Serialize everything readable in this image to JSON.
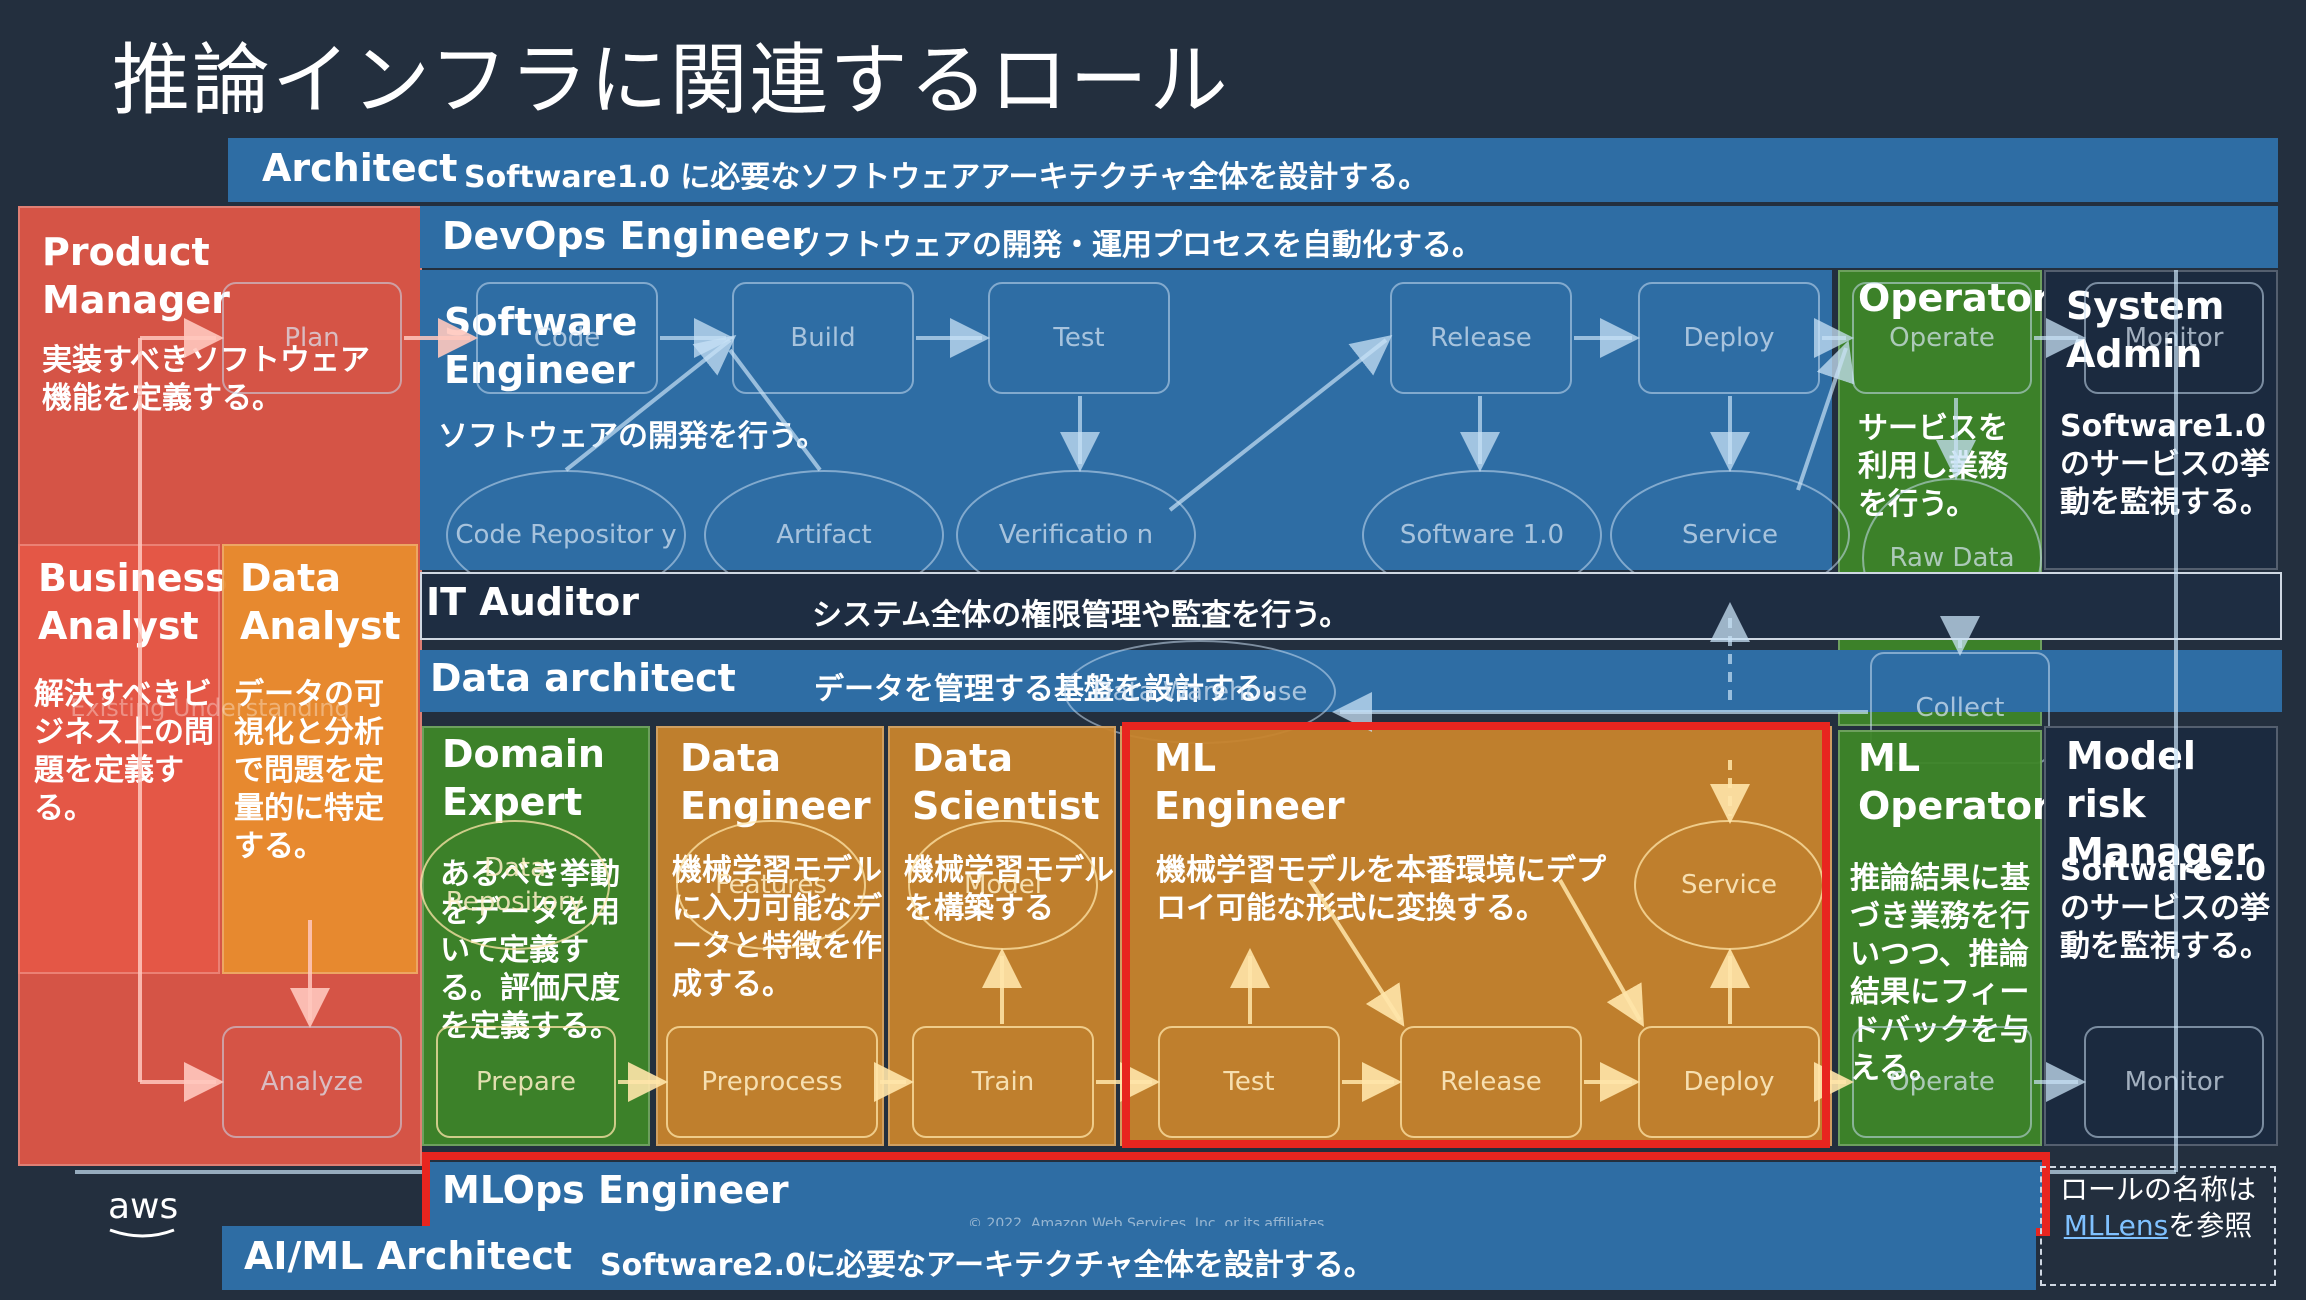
{
  "title": "推論インフラに関連するロール",
  "architect": {
    "role": "Architect",
    "desc": "Software1.0 に必要なソフトウェアアーキテクチャ全体を設計する。"
  },
  "devops": {
    "role": "DevOps Engineer",
    "desc": "ソフトウェアの開発・運用プロセスを自動化する。"
  },
  "product_manager": {
    "role": "Product Manager",
    "desc": "実装すべきソフトウェア機能を定義する。"
  },
  "software_engineer": {
    "role": "Software Engineer",
    "desc": "ソフトウェアの開発を行う。"
  },
  "operator": {
    "role": "Operator",
    "desc": "サービスを利用し業務を行う。"
  },
  "system_admin": {
    "role": "System Admin",
    "desc": "Software1.0 のサービスの挙動を監視する。"
  },
  "business_analyst": {
    "role": "Business Analyst",
    "desc": "解決すべきビジネス上の問題を定義する。"
  },
  "data_analyst": {
    "role": "Data Analyst",
    "desc": "データの可視化と分析で問題を定量的に特定する。"
  },
  "it_auditor": {
    "role": "IT Auditor",
    "desc": "システム全体の権限管理や監査を行う。"
  },
  "data_architect": {
    "role": "Data architect",
    "desc": "データを管理する基盤を設計する。"
  },
  "domain_expert": {
    "role": "Domain Expert",
    "desc": "あるべき挙動をデータを用いて定義する。評価尺度を定義する。"
  },
  "data_engineer": {
    "role": "Data Engineer",
    "desc": "機械学習モデルに入力可能なデータと特徴を作成する。"
  },
  "data_scientist": {
    "role": "Data Scientist",
    "desc": "機械学習モデルを構築する"
  },
  "ml_engineer": {
    "role": "ML Engineer",
    "desc": "機械学習モデルを本番環境にデプロイ可能な形式に変換する。"
  },
  "ml_operator": {
    "role": "ML Operator",
    "desc": "推論結果に基づき業務を行いつつ、推論結果にフィードバックを与える。"
  },
  "model_risk_manager": {
    "role": "Model risk Manager",
    "desc": "Software2.0 のサービスの挙動を監視する。"
  },
  "mlops": {
    "role": "MLOps Engineer"
  },
  "aiml_architect": {
    "role": "AI/ML Architect",
    "desc": "Software2.0に必要なアーキテクチャ全体を設計する。"
  },
  "note": {
    "prefix": "ロールの名称は",
    "link": "MLLens",
    "suffix": "を参照"
  },
  "logo": "aws",
  "copyright": "© 2022, Amazon Web Services, Inc. or its affiliates.",
  "nodes": {
    "plan": "Plan",
    "code": "Code",
    "build": "Build",
    "test": "Test",
    "release": "Release",
    "deploy": "Deploy",
    "operate": "Operate",
    "monitor": "Monitor",
    "code_repository": "Code Repositor y",
    "artifact": "Artifact",
    "verification": "Verificatio n",
    "software10": "Software 1.0",
    "service": "Service",
    "raw_data": "Raw Data",
    "collect": "Collect",
    "data_warehouse": "Data Warehouse",
    "existing": "Existing Understanding",
    "data_repository": "Data Repository",
    "features": "Features",
    "model": "Model",
    "analyze": "Analyze",
    "prepare": "Prepare",
    "preprocess": "Preprocess",
    "train": "Train",
    "ml_test": "Test",
    "ml_release": "Release",
    "ml_deploy": "Deploy",
    "ml_service": "Service",
    "ml_operate": "Operate",
    "ml_monitor": "Monitor"
  }
}
